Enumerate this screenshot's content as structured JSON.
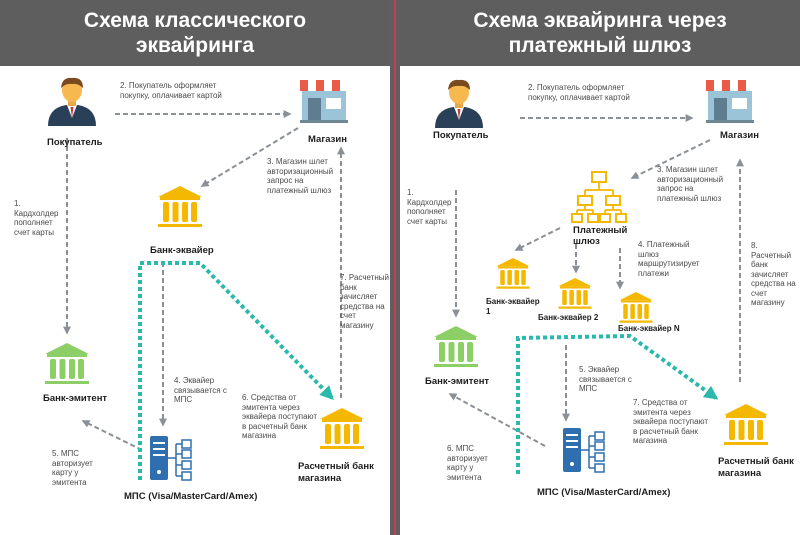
{
  "colors": {
    "header_bg": "#5e5e5e",
    "divider_line": "#c63d56",
    "icon_yellow": "#f5b800",
    "icon_green": "#8ccf67",
    "icon_blue": "#2f6fb0",
    "arrow_gray": "#8a9096",
    "arrow_teal": "#2bb9ad"
  },
  "left": {
    "title_line1": "Схема классического",
    "title_line2": "эквайринга",
    "nodes": {
      "buyer": "Покупатель",
      "shop": "Магазин",
      "acquirer": "Банк-эквайер",
      "issuer": "Банк-эмитент",
      "mps": "МПС (Visa/MasterCard/Amex)",
      "settle_line1": "Расчетный банк",
      "settle_line2": "магазина"
    },
    "steps": {
      "s2": [
        "2. Покупатель оформляет",
        "покупку, оплачивает картой"
      ],
      "s1": [
        "1.",
        "Кардхолдер",
        "пополняет",
        "счет карты"
      ],
      "s3": [
        "3. Магазин шлет",
        "авторизационный",
        "запрос на",
        "платежный шлюз"
      ],
      "s7": [
        "7. Расчетный",
        "банк",
        "зачисляет",
        "средства на",
        "счет",
        "магазину"
      ],
      "s4": [
        "4. Эквайер",
        "связывается с",
        "МПС"
      ],
      "s6": [
        "6. Средства от",
        "эмитента через",
        "эквайера поступают",
        "в расчетный банк",
        "магазина"
      ],
      "s5": [
        "5. МПС",
        "авторизует",
        "карту у",
        "эмитента"
      ]
    }
  },
  "right": {
    "title_line1": "Схема эквайринга через",
    "title_line2": "платежный шлюз",
    "nodes": {
      "buyer": "Покупатель",
      "shop": "Магазин",
      "gateway_line1": "Платежный",
      "gateway_line2": "шлюз",
      "acq1_line1": "Банк-эквайер",
      "acq1_line2": "1",
      "acq2": "Банк-эквайер 2",
      "acqN": "Банк-эквайер N",
      "issuer": "Банк-эмитент",
      "mps": "МПС (Visa/MasterCard/Amex)",
      "settle_line1": "Расчетный банк",
      "settle_line2": "магазина"
    },
    "steps": {
      "s2": [
        "2. Покупатель оформляет",
        "покупку, оплачивает картой"
      ],
      "s1": [
        "1.",
        "Кардхолдер",
        "пополняет",
        "счет карты"
      ],
      "s3": [
        "3. Магазин шлет",
        "авторизационный",
        "запрос на",
        "платежный шлюз"
      ],
      "s4": [
        "4. Платежный",
        "шлюз",
        "маршрутизирует",
        "платежи"
      ],
      "s8": [
        "8.",
        "Расчетный",
        "банк",
        "зачисляет",
        "средства на",
        "счет",
        "магазину"
      ],
      "s5": [
        "5. Эквайер",
        "связывается с",
        "МПС"
      ],
      "s7": [
        "7. Средства от",
        "эмитента через",
        "эквайера поступают",
        "в расчетный банк",
        "магазина"
      ],
      "s6": [
        "6. МПС",
        "авторизует",
        "карту у",
        "эмитента"
      ]
    }
  }
}
